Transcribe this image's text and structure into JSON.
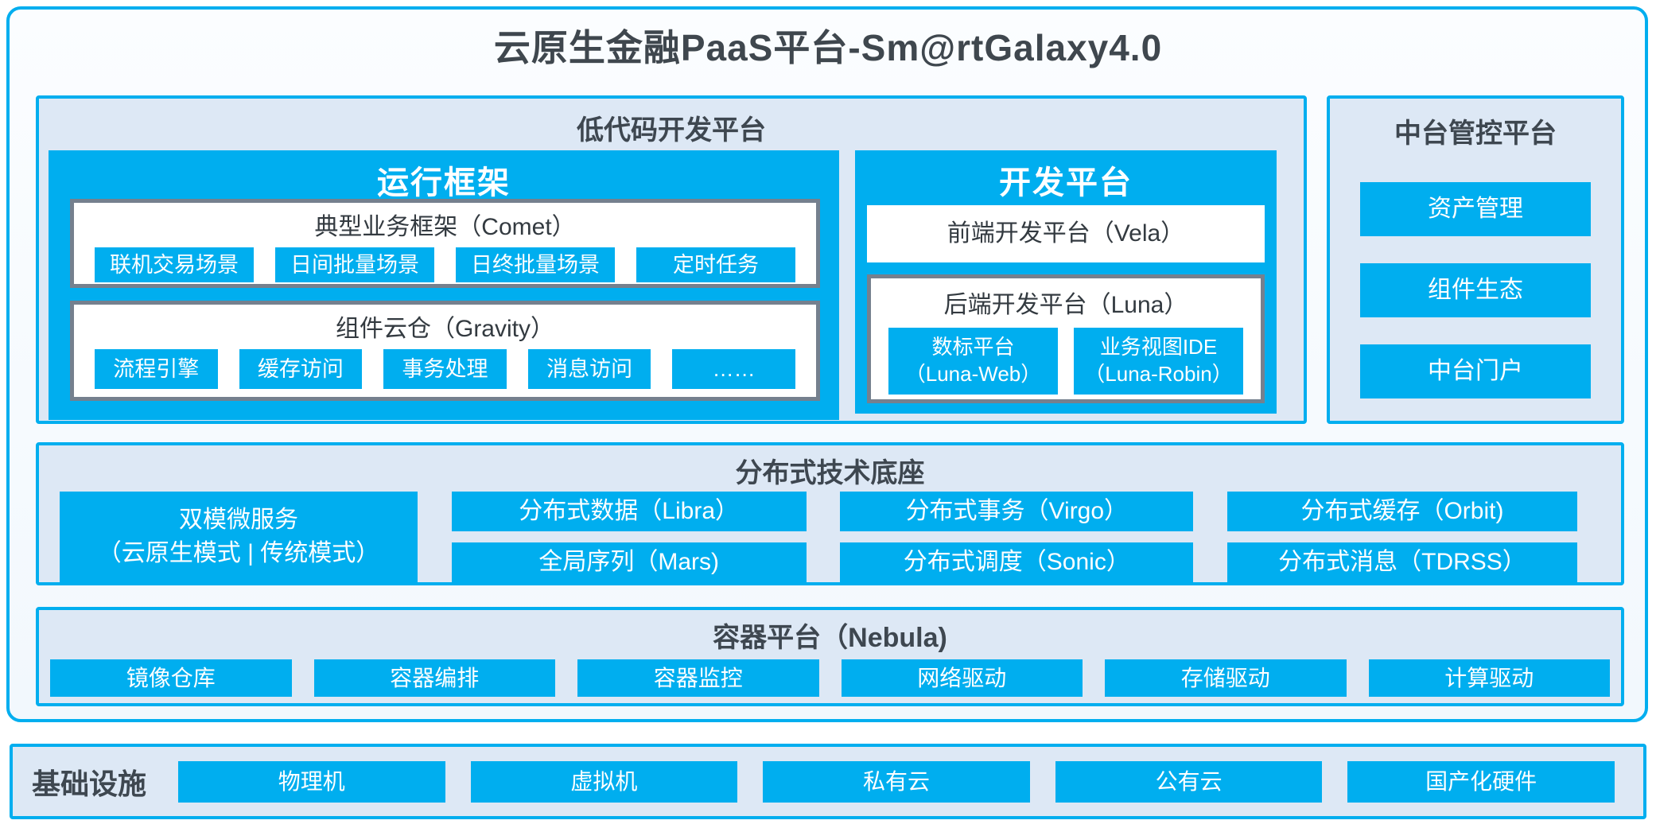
{
  "title": "云原生金融PaaS平台-Sm@rtGalaxy4.0",
  "colors": {
    "accent_cyan": "#00AEEF",
    "panel_fill": "#DDE8F5",
    "frame_gray": "#75808E",
    "text_dark": "#3E4750",
    "page_bg": "#F5FAFD"
  },
  "lowcode": {
    "title": "低代码开发平台",
    "runtime": {
      "title": "运行框架",
      "groups": [
        {
          "title": "典型业务框架（Comet）",
          "items": [
            "联机交易场景",
            "日间批量场景",
            "日终批量场景",
            "定时任务"
          ]
        },
        {
          "title": "组件云仓（Gravity）",
          "items": [
            "流程引擎",
            "缓存访问",
            "事务处理",
            "消息访问",
            "……"
          ]
        }
      ]
    },
    "dev": {
      "title": "开发平台",
      "frontend": "前端开发平台（Vela）",
      "backend": {
        "title": "后端开发平台（Luna）",
        "items": [
          {
            "line1": "数标平台",
            "line2": "（Luna-Web）"
          },
          {
            "line1": "业务视图IDE",
            "line2": "（Luna-Robin）"
          }
        ]
      }
    }
  },
  "mid": {
    "title": "中台管控平台",
    "items": [
      "资产管理",
      "组件生态",
      "中台门户"
    ]
  },
  "distributed": {
    "title": "分布式技术底座",
    "dual": {
      "line1": "双模微服务",
      "line2": "（云原生模式 | 传统模式）"
    },
    "columns": [
      [
        "分布式数据（Libra）",
        "全局序列（Mars)"
      ],
      [
        "分布式事务（Virgo）",
        "分布式调度（Sonic）"
      ],
      [
        "分布式缓存（Orbit)",
        "分布式消息（TDRSS）"
      ]
    ]
  },
  "container": {
    "title": "容器平台（Nebula)",
    "items": [
      "镜像仓库",
      "容器编排",
      "容器监控",
      "网络驱动",
      "存储驱动",
      "计算驱动"
    ]
  },
  "infra": {
    "title": "基础设施",
    "items": [
      "物理机",
      "虚拟机",
      "私有云",
      "公有云",
      "国产化硬件"
    ]
  }
}
